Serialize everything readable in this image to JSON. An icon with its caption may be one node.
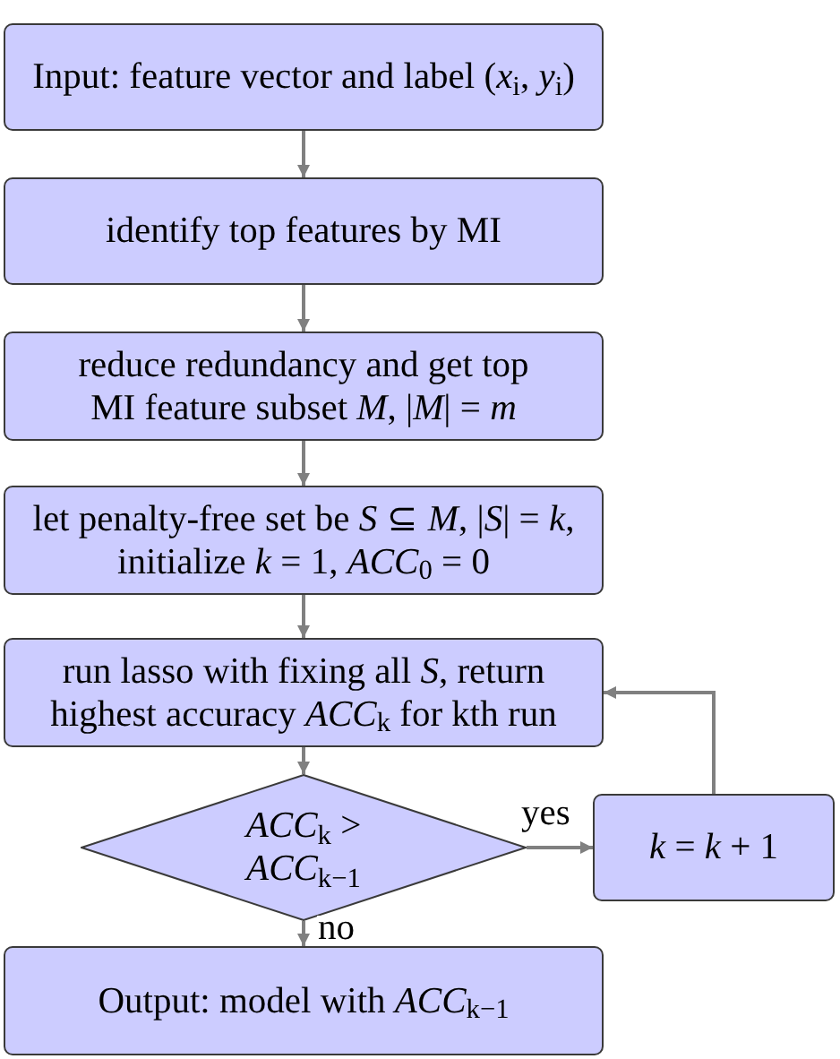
{
  "diagram": {
    "nodes": [
      {
        "text": [
          "Input: feature vector and label (*x*$_{i}$, *y*$_{i}$)"
        ]
      },
      {
        "text": [
          "identify top features by MI"
        ]
      },
      {
        "text": [
          "reduce redundancy and get top MI feature subset *M*, |*M*| = *m*"
        ]
      },
      {
        "text": [
          "let penalty-free set be *S* ⊆ *M*, |*S*| = *k*, initialize *k* = 1, *ACC*$_{0}$ = 0"
        ]
      },
      {
        "text": [
          "run lasso with fixing all *S*, return highest accuracy *ACC*$_{k}$ for kth run"
        ]
      },
      {
        "text": [
          "*ACC*$_{k}$ > *ACC*$_{k−1}$"
        ]
      },
      {
        "text": [
          "*k* = *k* + 1"
        ]
      },
      {
        "text": [
          "Output: model with *ACC*$_{k−1}$"
        ]
      }
    ],
    "edges": [
      {
        "from": 0,
        "to": 1,
        "arrow": "to"
      },
      {
        "from": 1,
        "to": 2,
        "arrow": "to"
      },
      {
        "from": 2,
        "to": 3,
        "arrow": "to"
      },
      {
        "from": 3,
        "to": 4,
        "arrow": "to"
      },
      {
        "from": 4,
        "to": 5,
        "arrow": "to"
      },
      {
        "from": 5,
        "to": 6,
        "arrow": "to",
        "label": "yes"
      },
      {
        "from": 6,
        "to": 4,
        "arrow": "to"
      },
      {
        "from": 5,
        "to": 7,
        "arrow": "to",
        "label": "no"
      }
    ]
  }
}
